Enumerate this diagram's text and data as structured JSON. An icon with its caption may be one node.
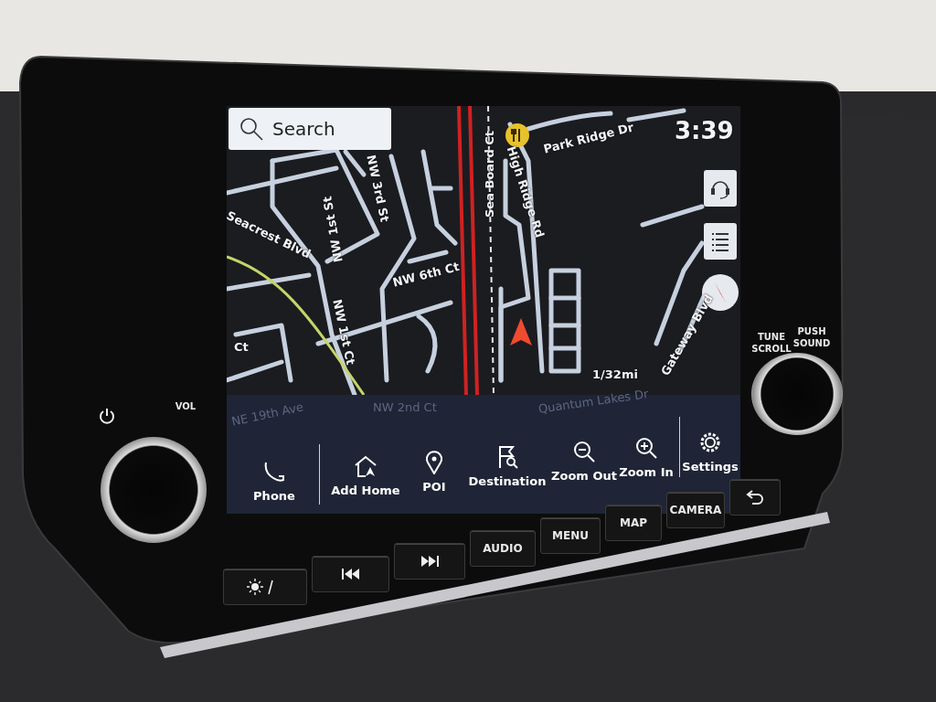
{
  "diagram": {
    "nodes": [
      {
        "text": [
          "Search"
        ]
      },
      {
        "text": [],
        "shape": "box"
      },
      {
        "text": [],
        "shape": "box"
      },
      {
        "text": [],
        "shape": "circle"
      },
      {
        "text": [
          "Phone"
        ]
      },
      {
        "text": [
          "Add Home"
        ]
      },
      {
        "text": [
          "POI"
        ]
      },
      {
        "text": [
          "Destination"
        ]
      },
      {
        "text": [
          "Zoom Out"
        ]
      },
      {
        "text": [
          "Zoom In"
        ]
      },
      {
        "text": [
          "Settings"
        ]
      },
      {
        "text": [],
        "shape": "circle",
        "beside": [
          "VOL"
        ]
      },
      {
        "text": [],
        "shape": "circle",
        "beside": [
          "TUNE SCROLL",
          "PUSH SOUND"
        ]
      },
      {
        "text": [],
        "shape": "box"
      },
      {
        "text": [],
        "shape": "box"
      },
      {
        "text": [],
        "shape": "box"
      },
      {
        "text": [
          "AUDIO"
        ]
      },
      {
        "text": [
          "MENU"
        ]
      },
      {
        "text": [
          "MAP"
        ]
      },
      {
        "text": [
          "CAMERA"
        ]
      },
      {
        "text": [],
        "shape": "box"
      }
    ],
    "edges": [],
    "labels": [
      "Sea Board Ct",
      "Park Ridge Dr",
      "High Ridge Rd",
      "3:39",
      "NW 3rd St",
      "Seacrest Blvd",
      "NW 1st St",
      "NW 1st Ct",
      "NW 6th Ct",
      "Ct",
      "Gateway Blvd",
      "1/32mi",
      "NE 19th Ave",
      "NW 2nd Ct",
      "Quantum Lakes Dr"
    ]
  }
}
